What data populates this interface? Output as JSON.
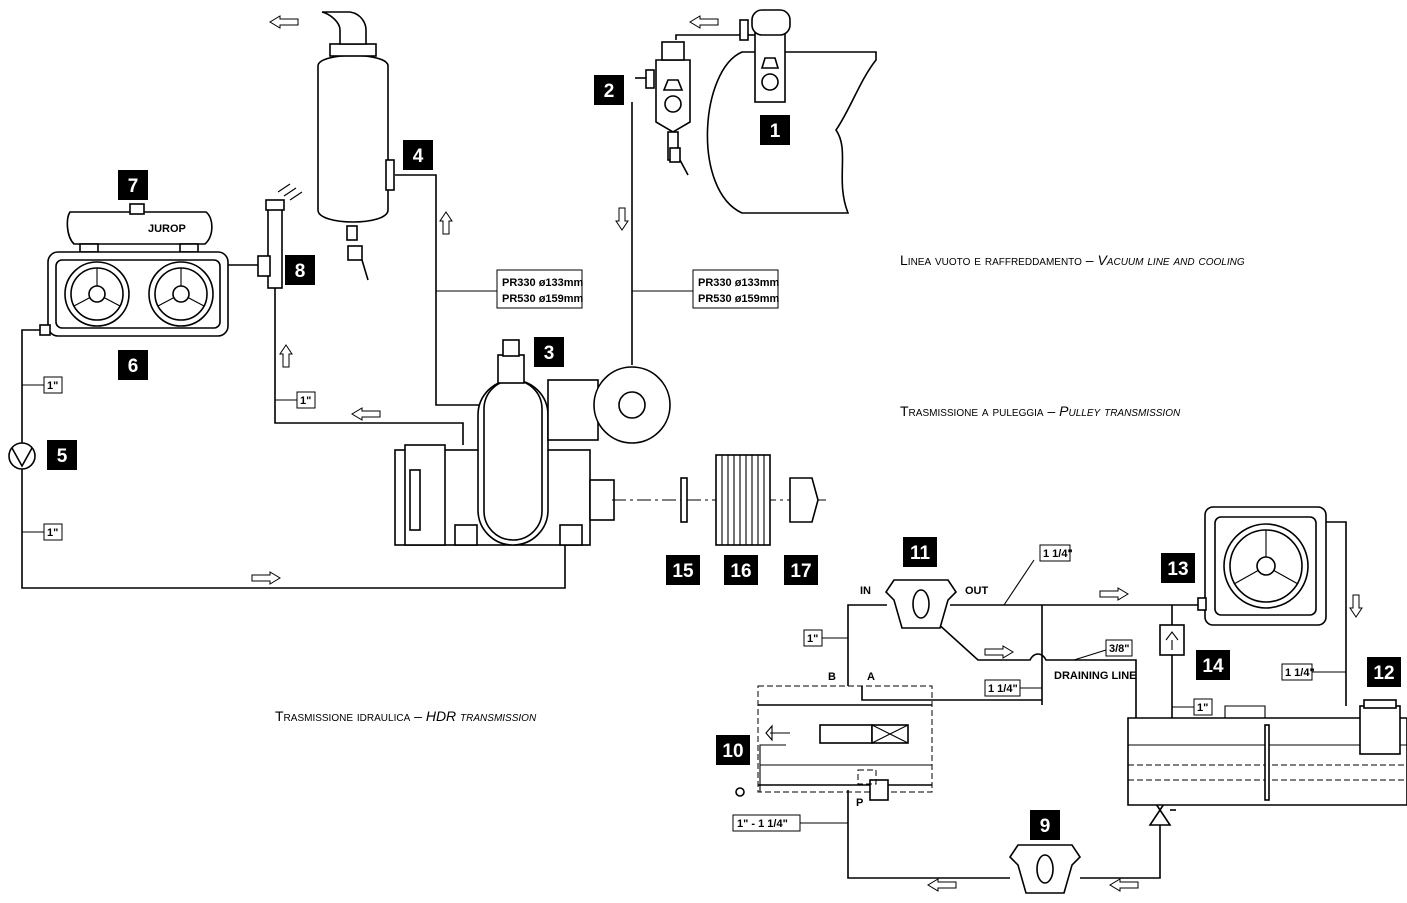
{
  "captions": {
    "vacuum": {
      "main": "Linea vuoto e raffreddamento",
      "dash": " – ",
      "translation": "Vacuum line and cooling"
    },
    "pulley": {
      "main": "Trasmissione a puleggia",
      "dash": " – ",
      "translation": "Pulley transmission"
    },
    "hdr": {
      "main": "Trasmissione idraulica",
      "dash": " – ",
      "translation": "HDR transmission"
    }
  },
  "callouts": [
    "1",
    "2",
    "3",
    "4",
    "5",
    "6",
    "7",
    "8",
    "9",
    "10",
    "11",
    "12",
    "13",
    "14",
    "15",
    "16",
    "17"
  ],
  "pipe_labels": {
    "line1": "PR330 ø133mm",
    "line2": "PR530 ø159mm",
    "one_inch": "1\"",
    "one_quarter": "1 1/4\"",
    "three_eighths": "3/8\"",
    "range": "1\" - 1 1/4\""
  },
  "port_labels": {
    "in": "IN",
    "out": "OUT",
    "a": "A",
    "b": "B",
    "p": "P",
    "draining": "DRAINING LINE"
  },
  "tank_logo": "JUROP"
}
